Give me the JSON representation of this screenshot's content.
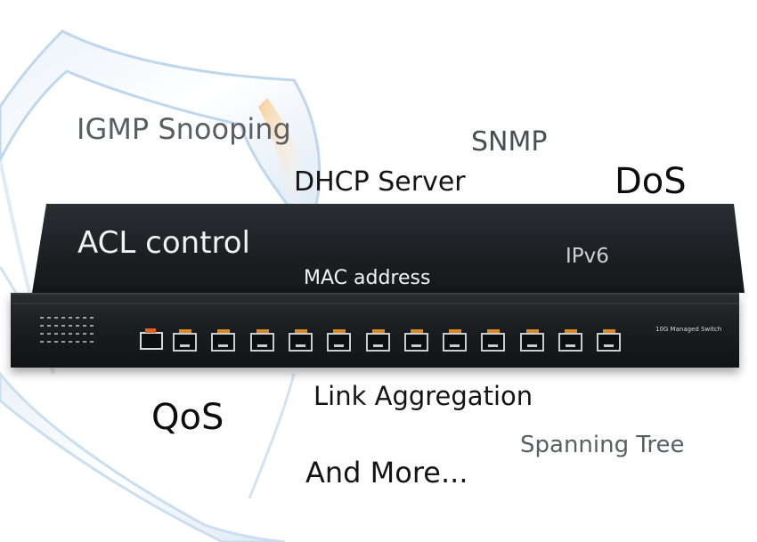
{
  "features": {
    "igmp": "IGMP Snooping",
    "snmp": "SNMP",
    "dhcp": "DHCP Server",
    "dos": "DoS",
    "acl": "ACL control",
    "ipv6": "IPv6",
    "mac": "MAC address",
    "qos": "QoS",
    "link_aggregation": "Link Aggregation",
    "spanning_tree": "Spanning Tree",
    "and_more": "And More..."
  },
  "device": {
    "model_label": "10G Managed Switch",
    "sfp_port_count": 12
  },
  "colors": {
    "shield_edge": "#b9d3ea",
    "shield_accent": "#e8a45a",
    "port_accent": "#d98a28",
    "console_accent": "#e0611f"
  },
  "icons": [
    "shield-graphic",
    "console-port-icon",
    "sfp-port-icon",
    "status-led-icon"
  ]
}
